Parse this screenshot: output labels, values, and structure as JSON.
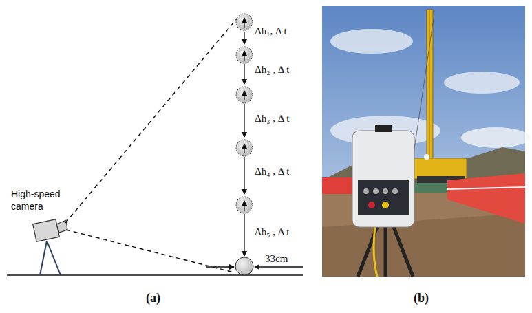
{
  "diagram": {
    "labels": [
      "High-speed camera",
      "Δh₁, Δ t",
      "Δh₂ , Δ t",
      "Δh₃ , Δ t",
      "Δh₄ , Δ t",
      "Δh₅ , Δ t",
      "33cm",
      "(a)",
      "(b)"
    ]
  }
}
